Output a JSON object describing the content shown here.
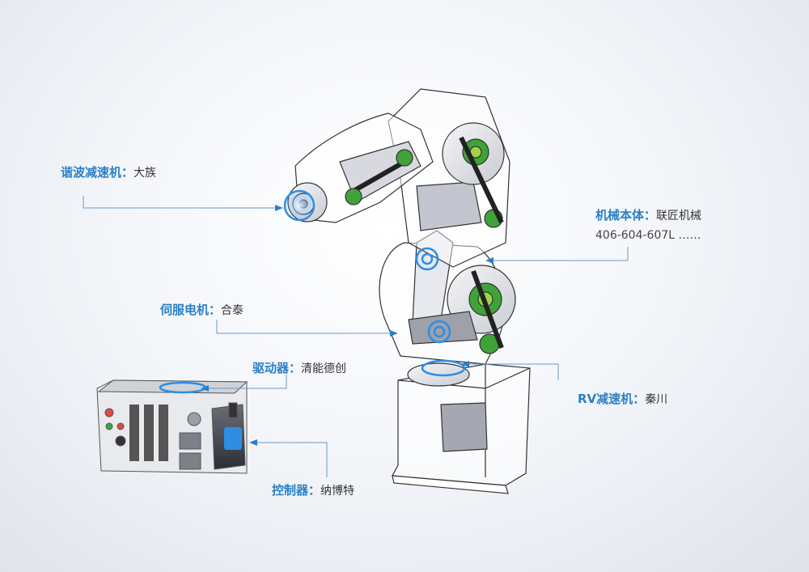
{
  "callouts": {
    "harmonic_reducer": {
      "key": "谐波减速机",
      "sep": "：",
      "value": "大族"
    },
    "robot_body": {
      "key": "机械本体",
      "sep": "：",
      "value": "联匠机械",
      "sub": "406-604-607L ……"
    },
    "servo_motor": {
      "key": "伺服电机",
      "sep": "：",
      "value": "合泰"
    },
    "driver": {
      "key": "驱动器",
      "sep": "：",
      "value": "清能德创"
    },
    "rv_reducer": {
      "key": "RV减速机",
      "sep": "：",
      "value": "秦川"
    },
    "controller": {
      "key": "控制器",
      "sep": "：",
      "value": "纳博特"
    }
  },
  "colors": {
    "accent": "#2b7fc6",
    "leader": "#6e98c4",
    "joint_green": "#3fa33a",
    "ring_blue": "#2f8de4"
  }
}
